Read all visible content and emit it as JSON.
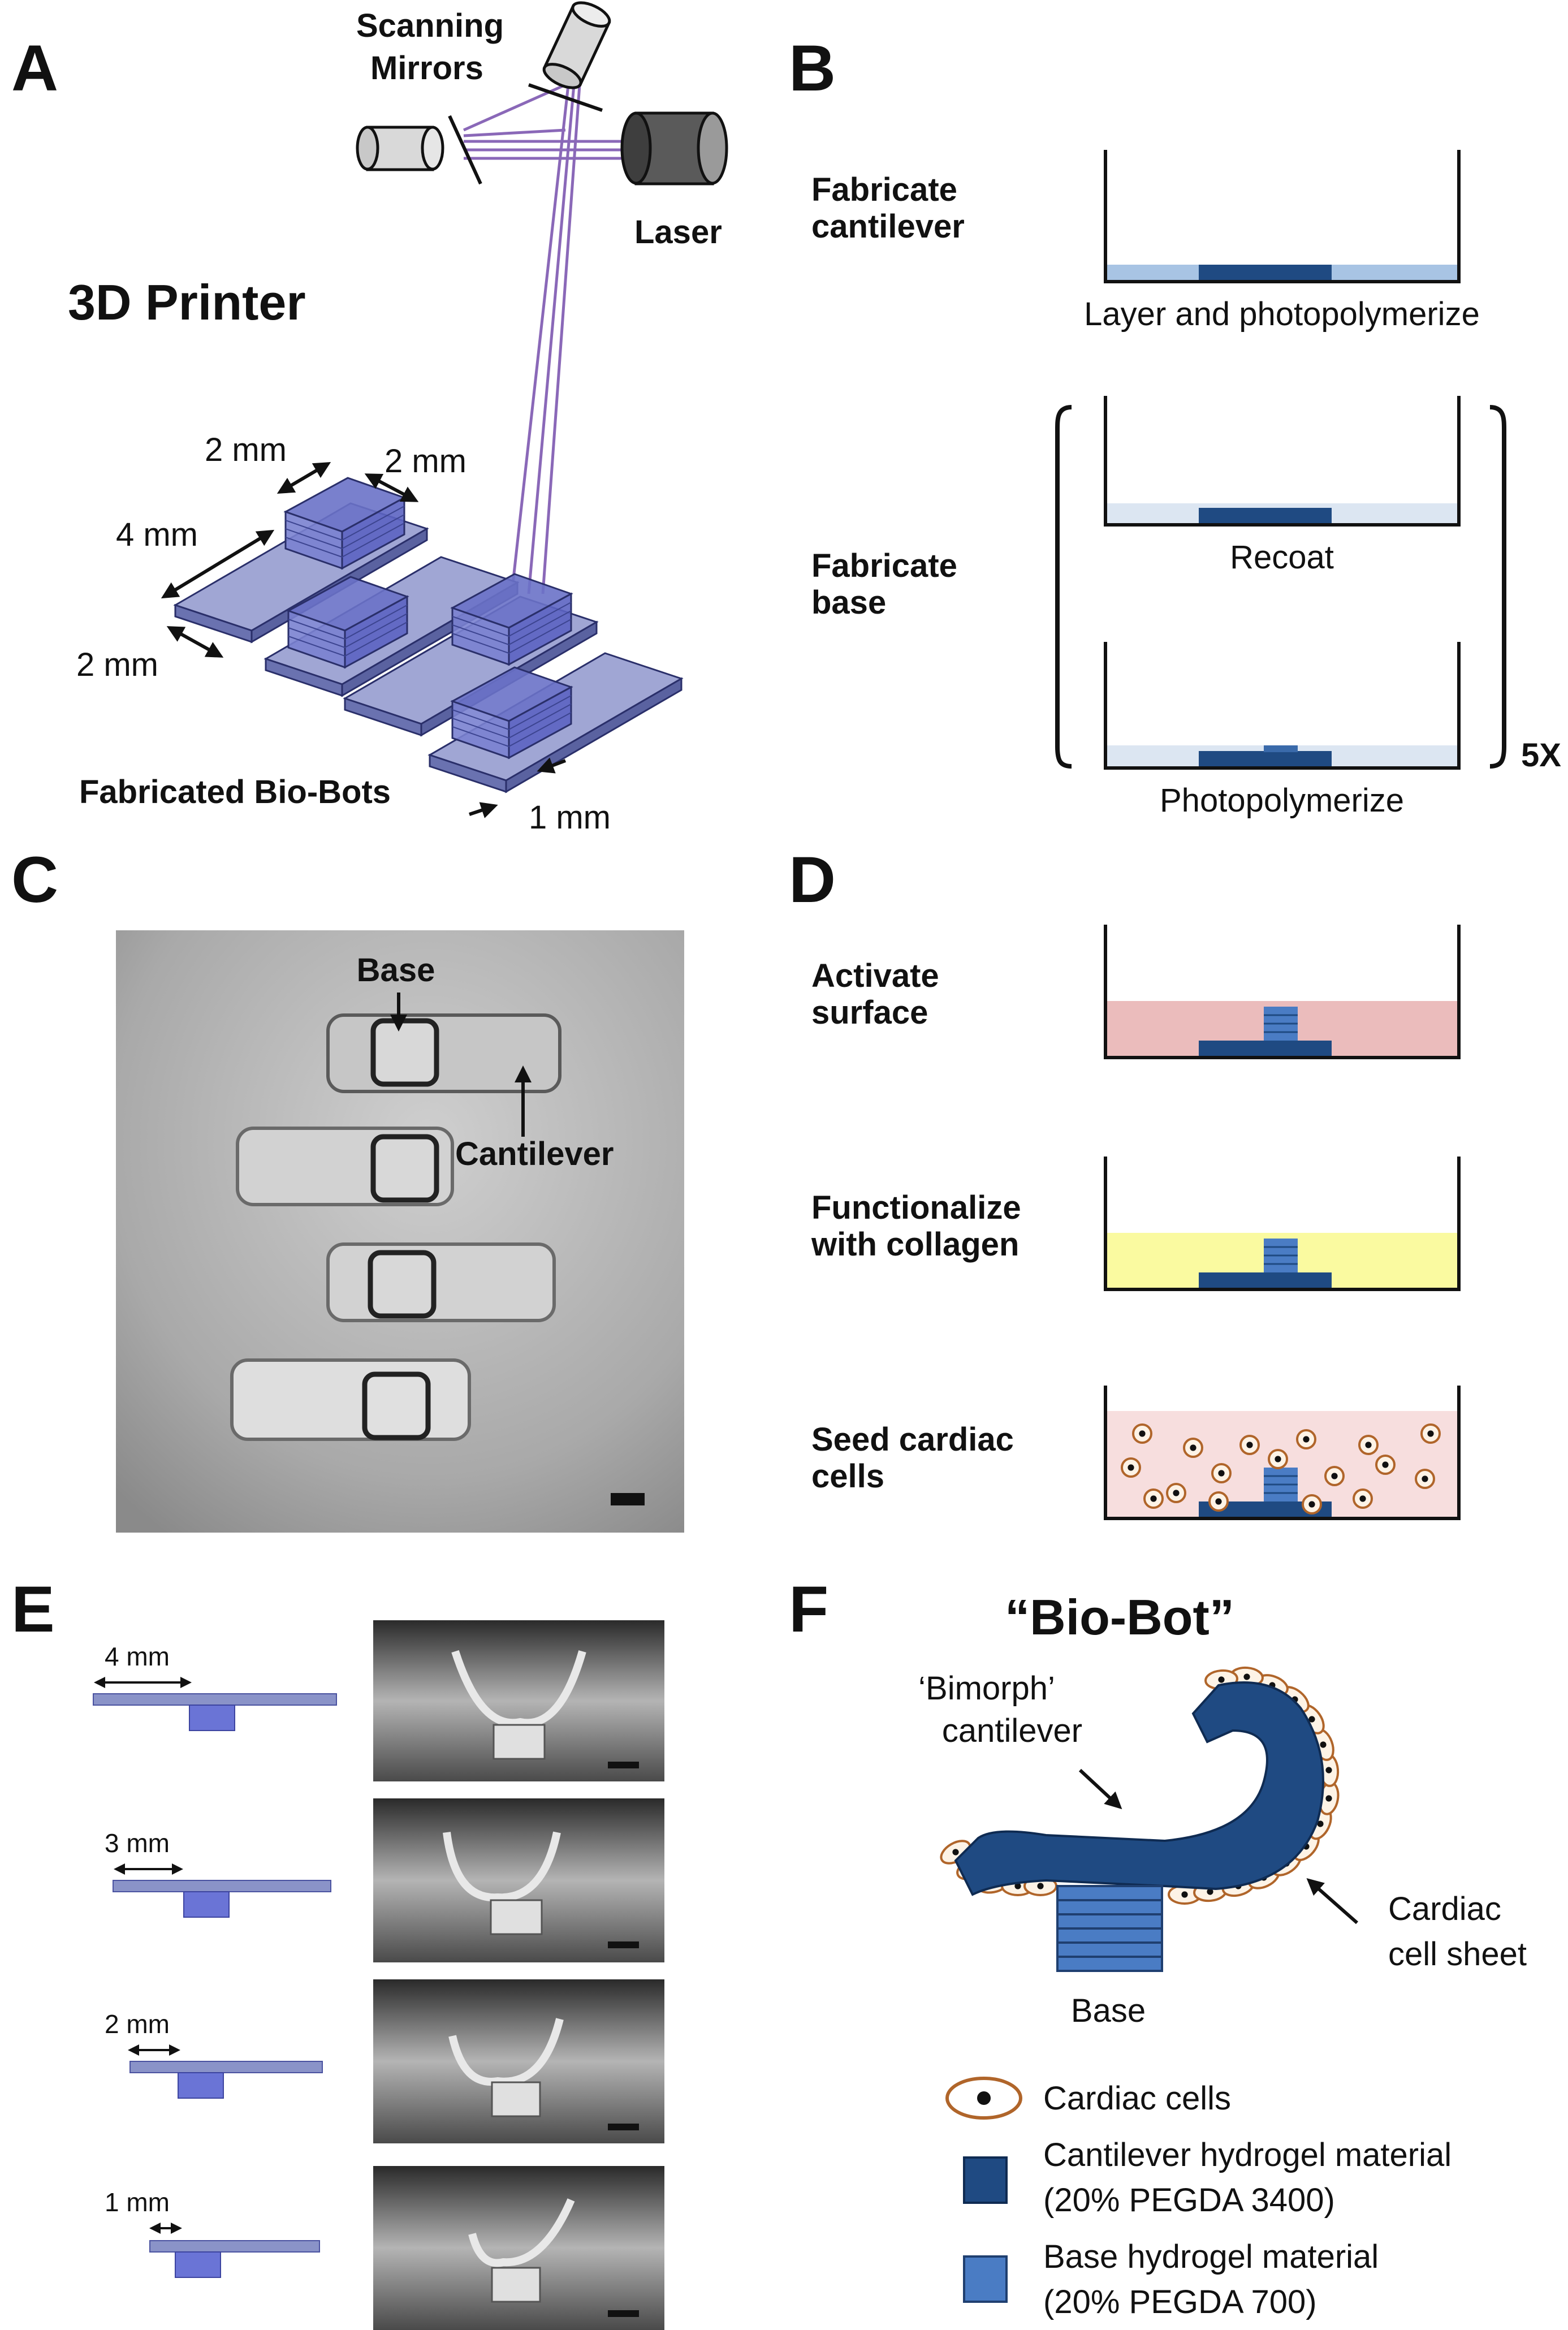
{
  "panels": {
    "a": {
      "letter": "A",
      "mirrors_label_1": "Scanning",
      "mirrors_label_2": "Mirrors",
      "laser_label": "Laser",
      "printer_label": "3D Printer",
      "dim_2mm_a": "2 mm",
      "dim_2mm_b": "2 mm",
      "dim_4mm": "4 mm",
      "dim_2mm_c": "2 mm",
      "dim_1mm": "1 mm",
      "fabricated_label": "Fabricated Bio-Bots"
    },
    "b": {
      "letter": "B",
      "step1_line1": "Fabricate",
      "step1_line2": "cantilever",
      "caption1": "Layer and photopolymerize",
      "step2_line1": "Fabricate",
      "step2_line2": "base",
      "caption2": "Recoat",
      "caption3": "Photopolymerize",
      "repeat_label": "5X"
    },
    "c": {
      "letter": "C",
      "base_label": "Base",
      "cantilever_label": "Cantilever"
    },
    "d": {
      "letter": "D",
      "step1_line1": "Activate",
      "step1_line2": "surface",
      "step2_line1": "Functionalize",
      "step2_line2": "with collagen",
      "step3_line1": "Seed cardiac",
      "step3_line2": "cells"
    },
    "e": {
      "letter": "E",
      "lengths": [
        "4 mm",
        "3 mm",
        "2 mm",
        "1 mm"
      ]
    },
    "f": {
      "letter": "F",
      "title": "“Bio-Bot”",
      "bimorph_line1": "‘Bimorph’",
      "bimorph_line2": "cantilever",
      "cardiac_line1": "Cardiac",
      "cardiac_line2": "cell sheet",
      "base_label": "Base",
      "legend": [
        {
          "label_1": "Cardiac cells",
          "label_2": ""
        },
        {
          "label_1": "Cantilever hydrogel material",
          "label_2": "(20% PEGDA 3400)"
        },
        {
          "label_1": "Base hydrogel material",
          "label_2": "(20% PEGDA 700)"
        }
      ]
    }
  },
  "colors": {
    "cantilever": "#1f4a82",
    "base": "#4a7cc4",
    "printed_blue": "#7b83c6",
    "laser": "#8a68b8",
    "activate_fill": "#ebbcbc",
    "collagen_fill": "#fafaa0",
    "cells_fill": "#f7dede",
    "coat_fill": "#dce6f2",
    "cell_outline": "#b0652a"
  }
}
